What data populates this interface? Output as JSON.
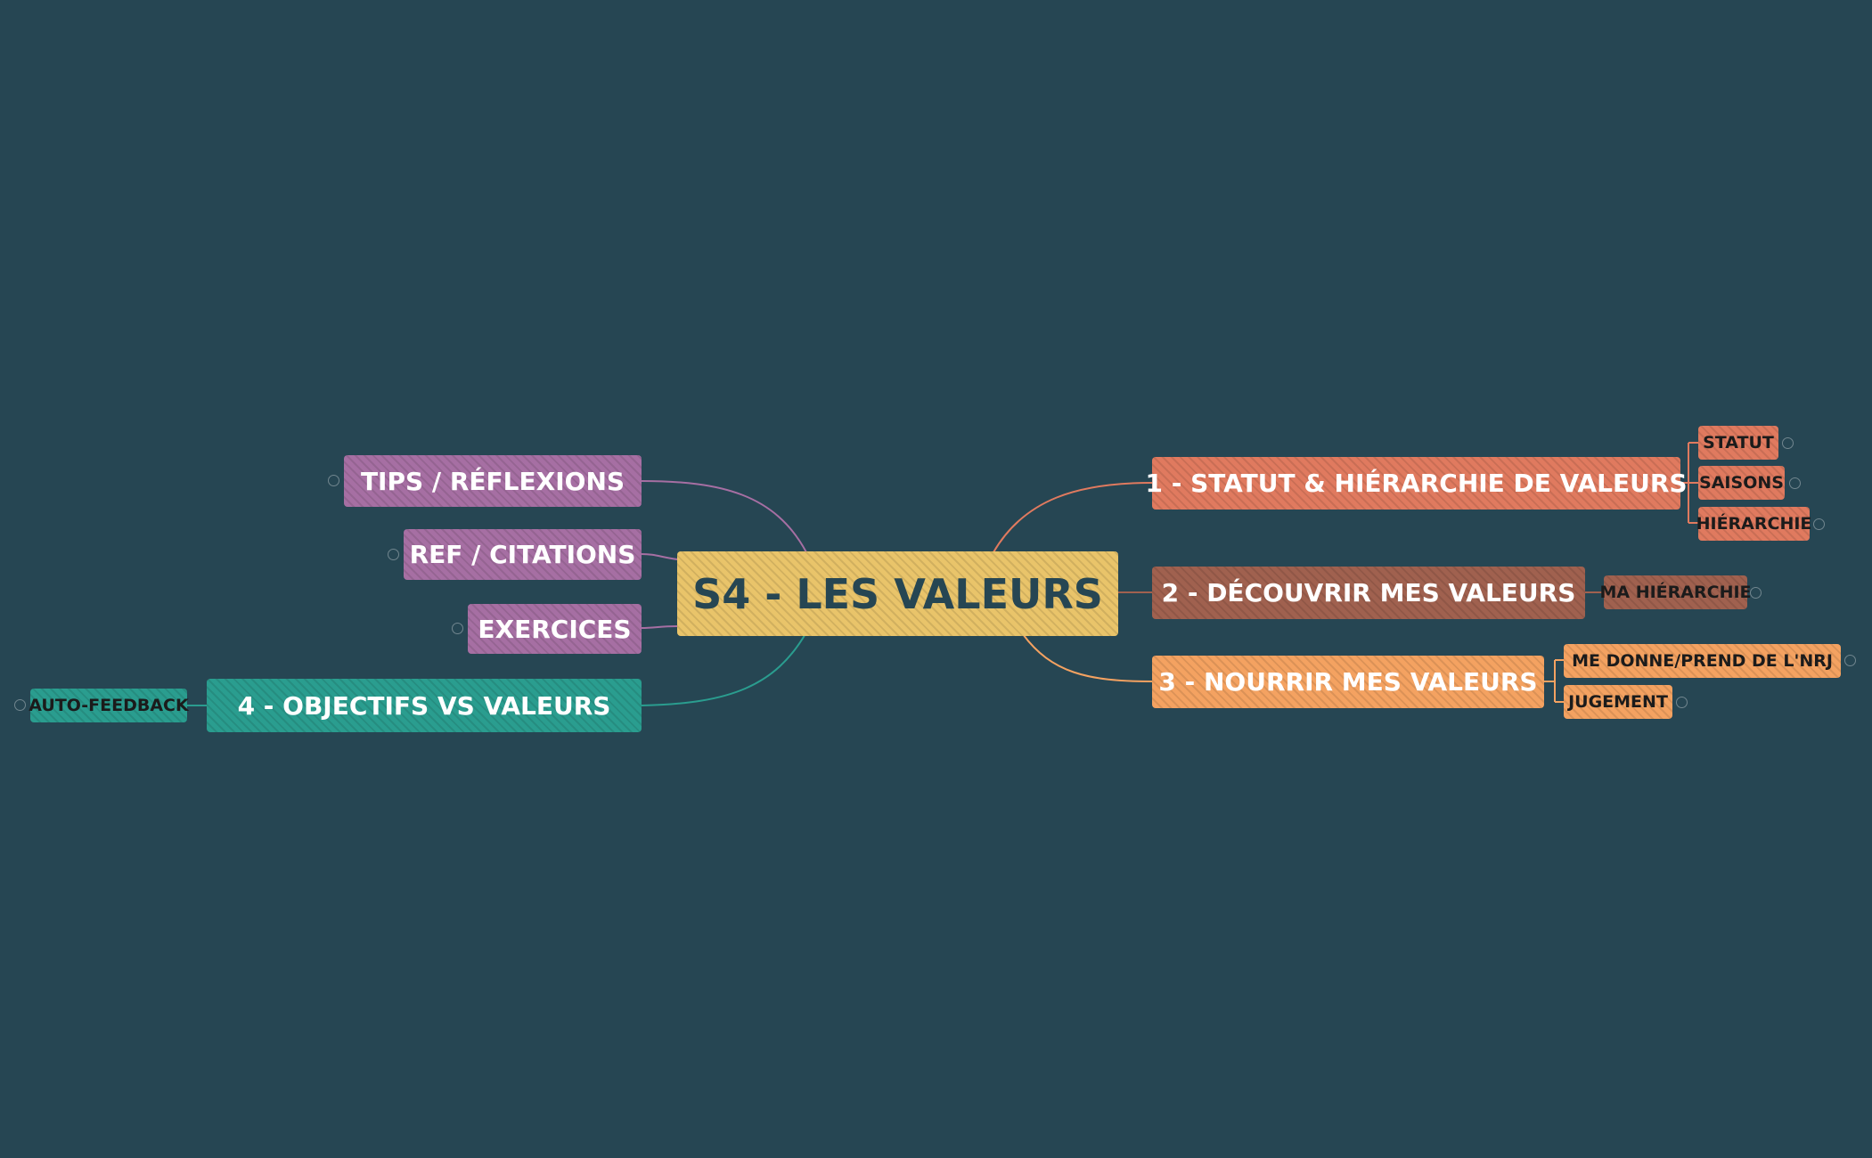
{
  "colors": {
    "background": "#264653",
    "central": "#e9c46a",
    "topic1": "#e07a5f",
    "topic2": "#a0614f",
    "topic3": "#f4a261",
    "purple": "#a66fa3",
    "teal": "#2a9d8f"
  },
  "central": {
    "label": "S4 - LES VALEURS"
  },
  "right": {
    "topic1": {
      "label": "1 - STATUT & HIÉRARCHIE DE VALEURS",
      "children": [
        "STATUT",
        "SAISONS",
        "HIÉRARCHIE"
      ]
    },
    "topic2": {
      "label": "2 - DÉCOUVRIR MES VALEURS",
      "children": [
        "MA HIÉRARCHIE"
      ]
    },
    "topic3": {
      "label": "3 - NOURRIR MES VALEURS",
      "children": [
        "ME DONNE/PREND DE L'NRJ",
        "JUGEMENT"
      ]
    }
  },
  "left": {
    "tips": {
      "label": "TIPS / RÉFLEXIONS"
    },
    "ref": {
      "label": "REF / CITATIONS"
    },
    "exercices": {
      "label": "EXERCICES"
    },
    "topic4": {
      "label": "4 - OBJECTIFS VS VALEURS",
      "children": [
        "AUTO-FEEDBACK"
      ]
    }
  }
}
